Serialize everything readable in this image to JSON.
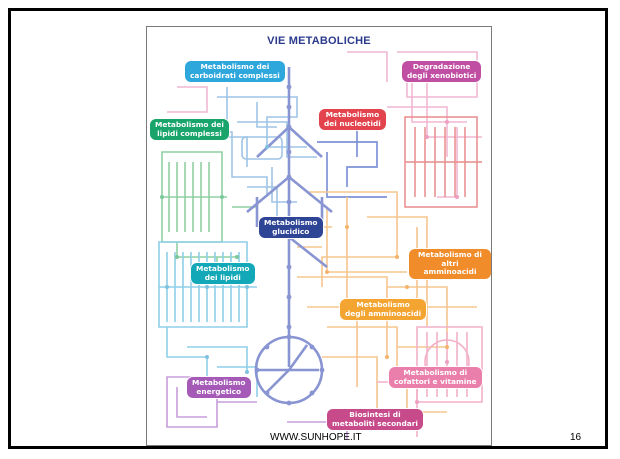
{
  "figure": {
    "title": "VIE METABOLICHE",
    "labels": {
      "carboidrati": "Metabolismo dei\ncarboidrati complessi",
      "xenobiotici": "Degradazione\ndegli xenobiotici",
      "nucleotidi": "Metabolismo\ndei nucleotidi",
      "lipidi_complessi": "Metabolismo dei\nlipidi complessi",
      "glucidico": "Metabolismo\nglucidico",
      "altri_amminoacidi": "Metabolismo di\naltri amminoacidi",
      "lipidi": "Metabolismo\ndei lipidi",
      "amminoacidi": "Metabolismo\ndegli amminoacidi",
      "cofattori": "Metabolismo di\ncofattori e vitamine",
      "energetico": "Metabolismo\nenergetico",
      "biosintesi": "Biosintesi di\nmetaboliti secondari"
    }
  },
  "footer": {
    "site": "WWW.SUNHOPE.IT",
    "page": "16"
  }
}
